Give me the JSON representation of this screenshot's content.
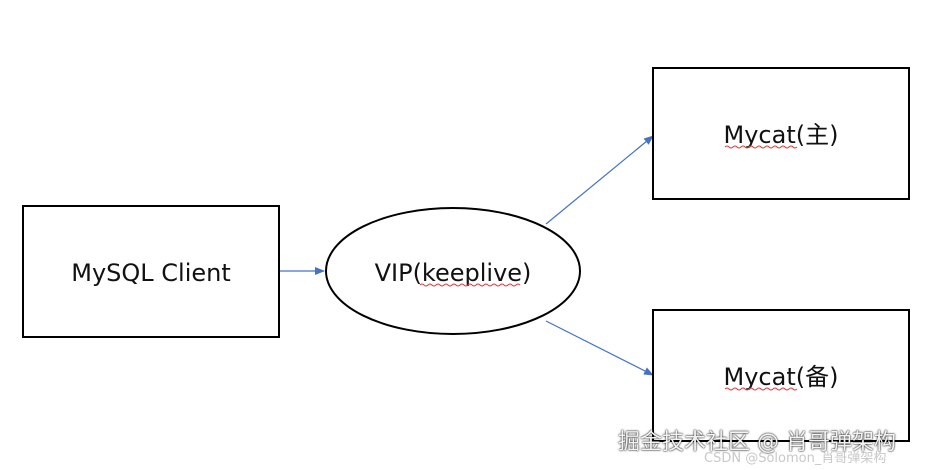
{
  "nodes": {
    "client": {
      "label": "MySQL Client",
      "shape": "rectangle"
    },
    "vip": {
      "label": "VIP(keeplive)",
      "shape": "ellipse"
    },
    "primary": {
      "label": "Mycat(主)",
      "shape": "rectangle"
    },
    "backup": {
      "label": "Mycat(备)",
      "shape": "rectangle"
    }
  },
  "edges": [
    {
      "from": "client",
      "to": "vip"
    },
    {
      "from": "vip",
      "to": "primary"
    },
    {
      "from": "vip",
      "to": "backup"
    }
  ],
  "colors": {
    "stroke": "#000000",
    "arrow": "#4472c4",
    "spellcheck": "#e03a3a"
  },
  "watermark": {
    "main": "掘金技术社区 @ 肖哥弹架构",
    "sub": "CSDN @Solomon_肖哥弹架构"
  }
}
